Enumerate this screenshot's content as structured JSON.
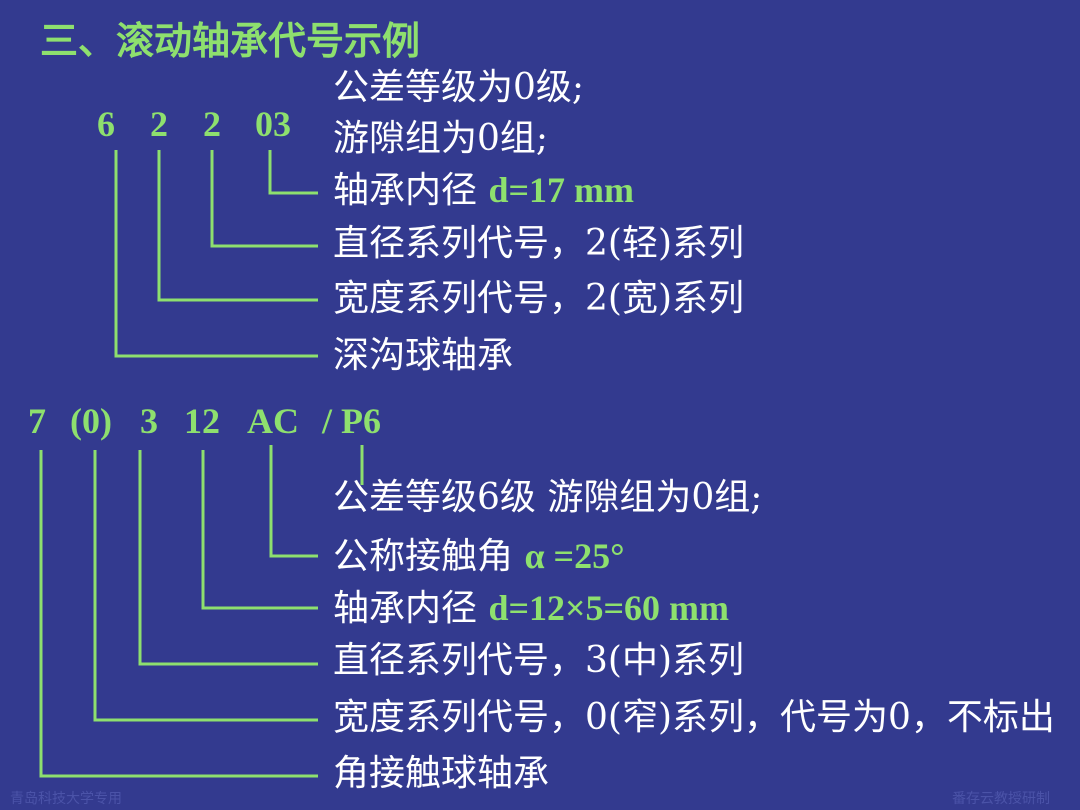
{
  "slide": {
    "title": "三、滚动轴承代号示例",
    "example1": {
      "codes": [
        "6",
        "2",
        "2",
        "03"
      ],
      "tolerance": "公差等级为0级;",
      "clearance": "游隙组为0组;",
      "bore_label": "轴承内径",
      "bore_value": "d=17   mm",
      "diameter_series": "直径系列代号，2(轻)系列",
      "width_series": "宽度系列代号，2(宽)系列",
      "bearing_type": "深沟球轴承"
    },
    "example2": {
      "codes": [
        "7",
        "(0)",
        "3",
        "12",
        "AC",
        "/ P6"
      ],
      "tolerance_clearance": "公差等级6级   游隙组为0组;",
      "angle_label": "公称接触角",
      "angle_value": "α =25°",
      "bore_label": "轴承内径",
      "bore_value": "d=12×5=60   mm",
      "diameter_series": "直径系列代号，3(中)系列",
      "width_series": "宽度系列代号，0(窄)系列，代号为0，不标出",
      "bearing_type": "角接触球轴承"
    },
    "watermark_left": "青岛科技大学专用",
    "watermark_right": "番存云教授研制"
  },
  "colors": {
    "background": "#333a8f",
    "accent": "#8ee06e",
    "text": "#ffffff"
  }
}
